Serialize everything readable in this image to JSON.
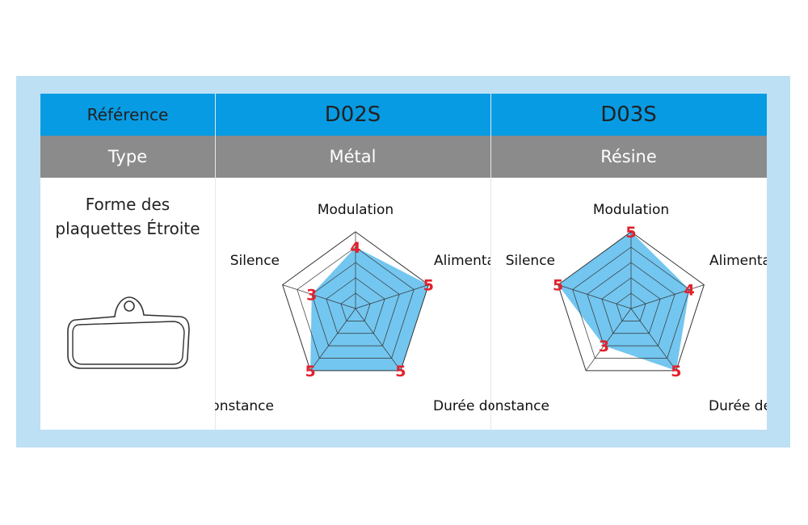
{
  "header": {
    "reference_label": "Référence",
    "type_label": "Type",
    "shape_label_line1": "Forme des",
    "shape_label_line2": "plaquettes Étroite",
    "shape_icon": "brake-pad-outline-icon"
  },
  "colors": {
    "frame": "#bde0f4",
    "header_blue": "#079be4",
    "header_gray": "#8b8b8b",
    "radar_fill": "#5bbcec",
    "value_red": "#e4202b"
  },
  "chart_data": [
    {
      "type": "radar",
      "title": "D02S",
      "subtitle": "Métal",
      "axes": [
        "Modulation",
        "Alimentation",
        "Durée de vie",
        "Constance",
        "Silence"
      ],
      "values": [
        4,
        5,
        5,
        5,
        3
      ],
      "value_labels": [
        "4",
        "5",
        "5",
        "5",
        "3"
      ],
      "range": [
        0,
        5
      ]
    },
    {
      "type": "radar",
      "title": "D03S",
      "subtitle": "Résine",
      "axes": [
        "Modulation",
        "Alimentation",
        "Durée de vie",
        "Constance",
        "Silence"
      ],
      "values": [
        5,
        4,
        5,
        3,
        5
      ],
      "value_labels": [
        "5",
        "4",
        "5",
        "3",
        "5"
      ],
      "range": [
        0,
        5
      ]
    }
  ]
}
